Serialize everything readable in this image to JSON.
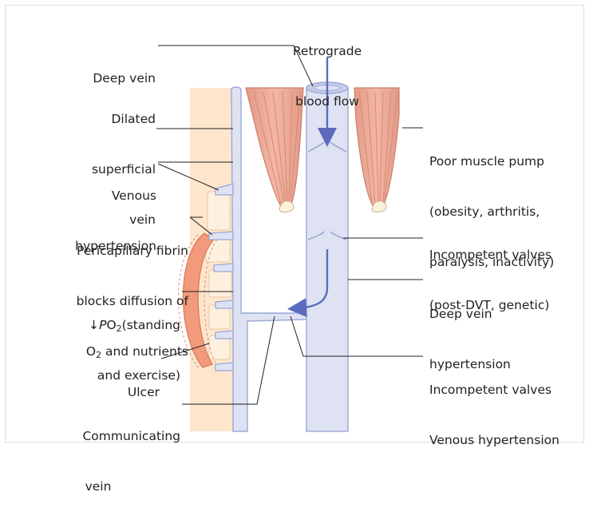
{
  "labels": {
    "retrograde_1": "Retrograde",
    "retrograde_2": "blood flow",
    "deep_vein": "Deep vein",
    "dilated_1": "Dilated",
    "dilated_2": "superficial",
    "dilated_3": "vein",
    "venous_ht_1": "Venous",
    "venous_ht_2": "hypertension",
    "fibrin_1": "Pericapillary fibrin",
    "fibrin_2": "blocks diffusion of",
    "fibrin_3a": "O",
    "fibrin_3sub": "2",
    "fibrin_3b": " and nutrients",
    "po2_arrow": "↓",
    "po2_p": "P",
    "po2_o": "O",
    "po2_sub": "2",
    "po2_rest": "(standing",
    "po2_2": "and exercise)",
    "ulcer": "Ulcer",
    "comm_1": "Communicating",
    "comm_2": "vein",
    "poor_pump_1": "Poor muscle pump",
    "poor_pump_2": "(obesity, arthritis,",
    "poor_pump_3": "paralysis, inactivity)",
    "incomp_1": "Incompetent valves",
    "incomp_2": "(post-DVT, genetic)",
    "deep_ht_1": "Deep vein",
    "deep_ht_2": "hypertension",
    "incomp_vh_1": "Incompetent valves",
    "incomp_vh_2": "Venous hypertension"
  },
  "colors": {
    "skin": "#fde6cc",
    "vein_fill": "#dfe2f2",
    "vein_stroke": "#9aa8d6",
    "arrow": "#5b6bbf",
    "muscle": "#e8a08e",
    "muscle_stroke": "#c97f6c",
    "ulcer": "#f29a7b",
    "leader": "#231f20"
  }
}
